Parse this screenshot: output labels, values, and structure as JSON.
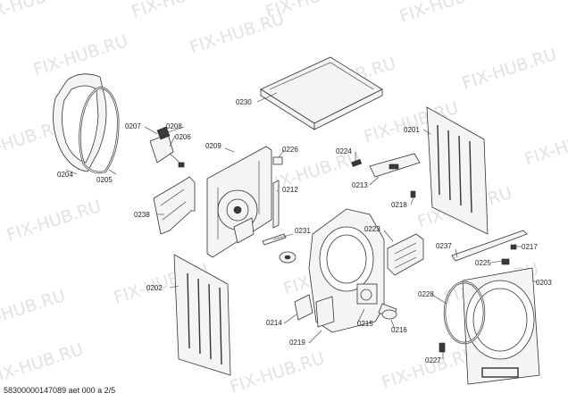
{
  "watermark": "FIX-HUB.RU",
  "footer": "58300000147089 aet 000 a 2/5",
  "labels": {
    "p0204": "0204",
    "p0205": "0205",
    "p0207": "0207",
    "p0208": "0208",
    "p0206": "0206",
    "p0238": "0238",
    "p0230": "0230",
    "p0209": "0209",
    "p0226": "0226",
    "p0212": "0212",
    "p0231": "0231",
    "p0202": "0202",
    "p0224": "0224",
    "p0213": "0213",
    "p0218": "0218",
    "p0201": "0201",
    "p0223": "0223",
    "p0237": "0237",
    "p0217": "0217",
    "p0225": "0225",
    "p0203": "0203",
    "p0228": "0228",
    "p0214": "0214",
    "p0215": "0215",
    "p0216": "0216",
    "p0219": "0219",
    "p0227": "0227"
  }
}
